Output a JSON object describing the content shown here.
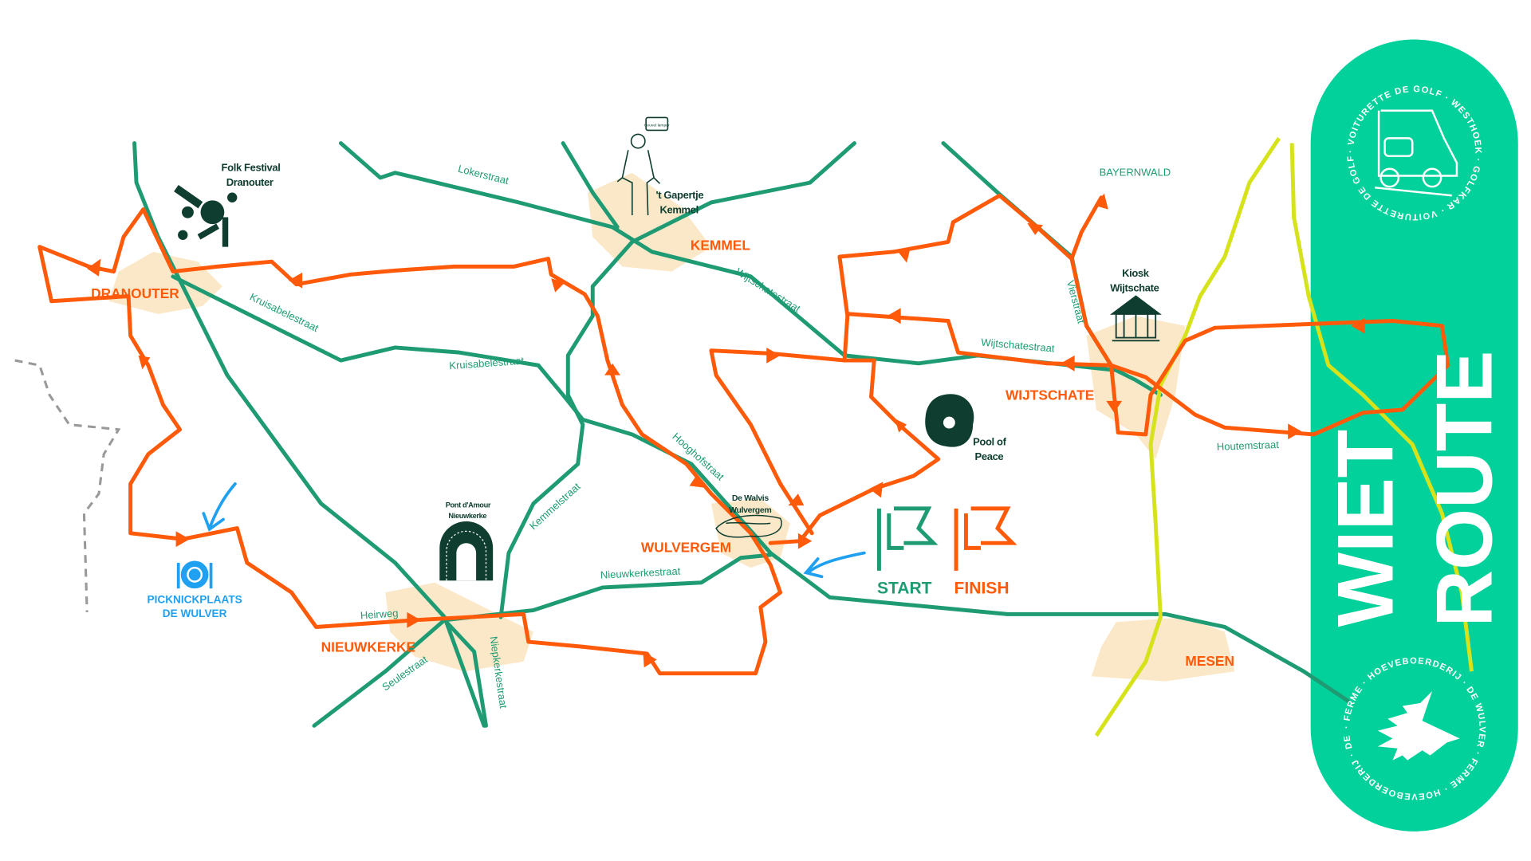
{
  "title": {
    "line1": "WIET",
    "line2": "ROUTE"
  },
  "colors": {
    "route": "#ff5a0a",
    "road": "#1f9b74",
    "panel": "#03d19c",
    "yellow": "#d6e21a",
    "picnic": "#1fa0f0",
    "village": "#fbe6c2"
  },
  "towns": {
    "dranouter": "DRANOUTER",
    "kemmel": "KEMMEL",
    "wijtschate": "WIJTSCHATE",
    "wulvergem": "WULVERGEM",
    "nieuwkerke": "NIEUWKERKE",
    "mesen": "MESEN",
    "bayernwald": "BAYERNWALD"
  },
  "streets": {
    "lokerstraat": "Lokerstraat",
    "kruisabelestraat1": "Kruisabelestraat",
    "kruisabelestraat2": "Kruisabelestraat",
    "wijtschatestraat1": "Wijtschatestraat",
    "wijtschatestraat2": "Wijtschatestraat",
    "vierstraat": "Vierstraat",
    "hooghofstraat": "Hooghofstraat",
    "kemmelstraat": "Kemmelstraat",
    "nieuwkerkestraat": "Nieuwkerkestraat",
    "heirweg": "Heirweg",
    "seulestraat": "Seulestraat",
    "niepkerkestraat": "Niepkerkestraat",
    "houtemstraat": "Houtemstraat"
  },
  "pois": {
    "folk_festival": {
      "line1": "Folk Festival",
      "line2": "Dranouter"
    },
    "gapertje": {
      "line1": "'t Gapertje",
      "line2": "Kemmel",
      "bubble": "Heuvel lamper"
    },
    "kiosk": {
      "line1": "Kiosk",
      "line2": "Wijtschate"
    },
    "pool": {
      "line1": "Pool of",
      "line2": "Peace"
    },
    "walvis": {
      "line1": "De Walvis",
      "line2": "Wulvergem"
    },
    "pont": {
      "line1": "Pont d'Amour",
      "line2": "Nieuwkerke"
    },
    "picnic": {
      "line1": "PICKNICKPLAATS",
      "line2": "DE WULVER"
    }
  },
  "start_label": "START",
  "finish_label": "FINISH",
  "logos": {
    "golfkar_ring": "· VOITURETTE DE GOLF · WESTHOEK · GOLFKAR · VOITURETTE DE GOLF · GOLFKAR",
    "wulver_ring": "· FERME · HOEVEBOERDERIJ · DE WULVER · FERME · HOEVEBOERDERIJ · DE WULVER"
  }
}
